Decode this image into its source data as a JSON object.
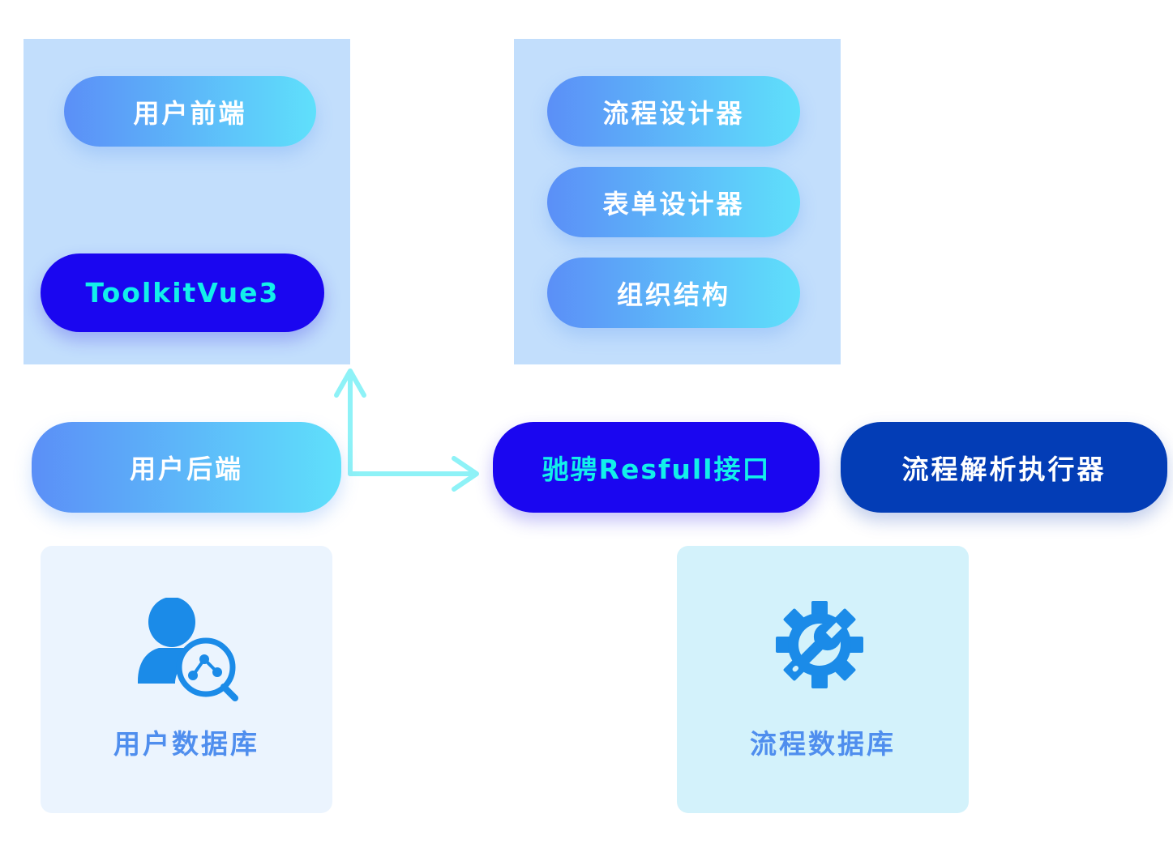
{
  "left_group": {
    "frontend_label": "用户前端",
    "toolkit_label": "ToolkitVue3"
  },
  "right_group": {
    "items": [
      "流程设计器",
      "表单设计器",
      "组织结构"
    ]
  },
  "backend_label": "用户后端",
  "api_label": "驰骋Resfull接口",
  "engine_label": "流程解析执行器",
  "user_db": {
    "label": "用户数据库",
    "icon": "user-search-icon"
  },
  "flow_db": {
    "label": "流程数据库",
    "icon": "gear-wrench-icon"
  },
  "colors": {
    "panel": "#c2defc",
    "gradient_start": "#5b8ff7",
    "gradient_end": "#5fe0fb",
    "dark_pill": "#1a06f0",
    "dark_pill_text": "#12f0ea",
    "navy_pill": "#033db6",
    "arrow": "#8ef2f7",
    "user_db_bg": "#ebf4fe",
    "flow_db_bg": "#d3f2fb",
    "db_label": "#4f8eee"
  }
}
